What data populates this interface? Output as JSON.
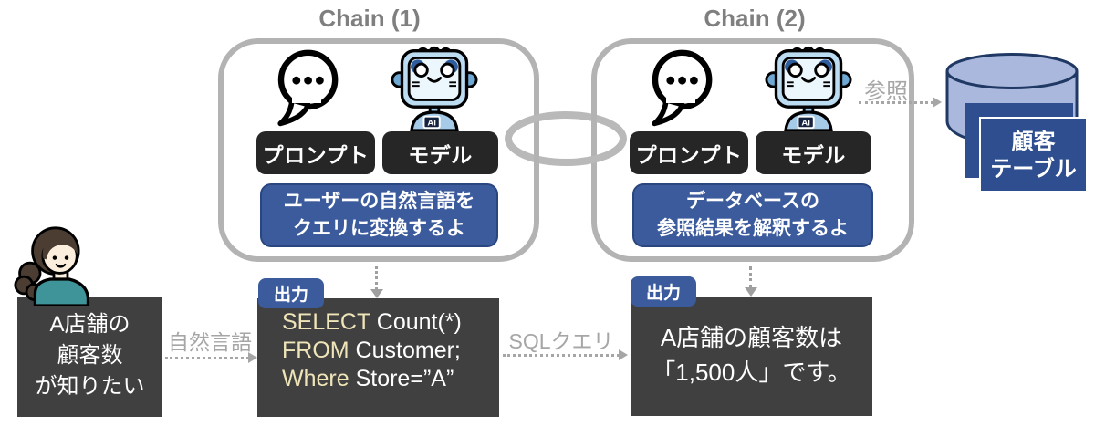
{
  "chain1": {
    "title": "Chain (1)",
    "prompt_label": "プロンプト",
    "model_label": "モデル",
    "desc_line1": "ユーザーの自然言語を",
    "desc_line2": "クエリに変換するよ"
  },
  "chain2": {
    "title": "Chain (2)",
    "prompt_label": "プロンプト",
    "model_label": "モデル",
    "desc_line1": "データベースの",
    "desc_line2": "参照結果を解釈するよ"
  },
  "user_request": {
    "line1": "A店舗の",
    "line2": "顧客数",
    "line3": "が知りたい"
  },
  "flow_labels": {
    "natural_language": "自然言語",
    "sql_query": "SQLクエリ",
    "reference": "参照"
  },
  "output_badge": "出力",
  "sql_output": {
    "line1_keyword": "SELECT",
    "line1_rest": " Count(*)",
    "line2_keyword": "FROM",
    "line2_rest": " Customer;",
    "line3_keyword": "Where",
    "line3_rest": " Store=”A”"
  },
  "answer_output": {
    "line1": "A店舗の顧客数は",
    "line2": "「1,500人」です。"
  },
  "database": {
    "label_line1": "顧客",
    "label_line2": "テーブル"
  },
  "icons": {
    "robot_ai_label": "AI"
  },
  "colors": {
    "accent_blue": "#3b5b9d",
    "dark_box_gray": "#404040",
    "button_black": "#262626",
    "sql_keyword_cream": "#efe5b8",
    "chain_border_gray": "#b3b3b3",
    "label_gray": "#a6a6a6",
    "db_rect_blue": "#2e4e8f",
    "db_cylinder_fill": "#a9b8dc",
    "db_cylinder_stroke": "#1f3864"
  }
}
